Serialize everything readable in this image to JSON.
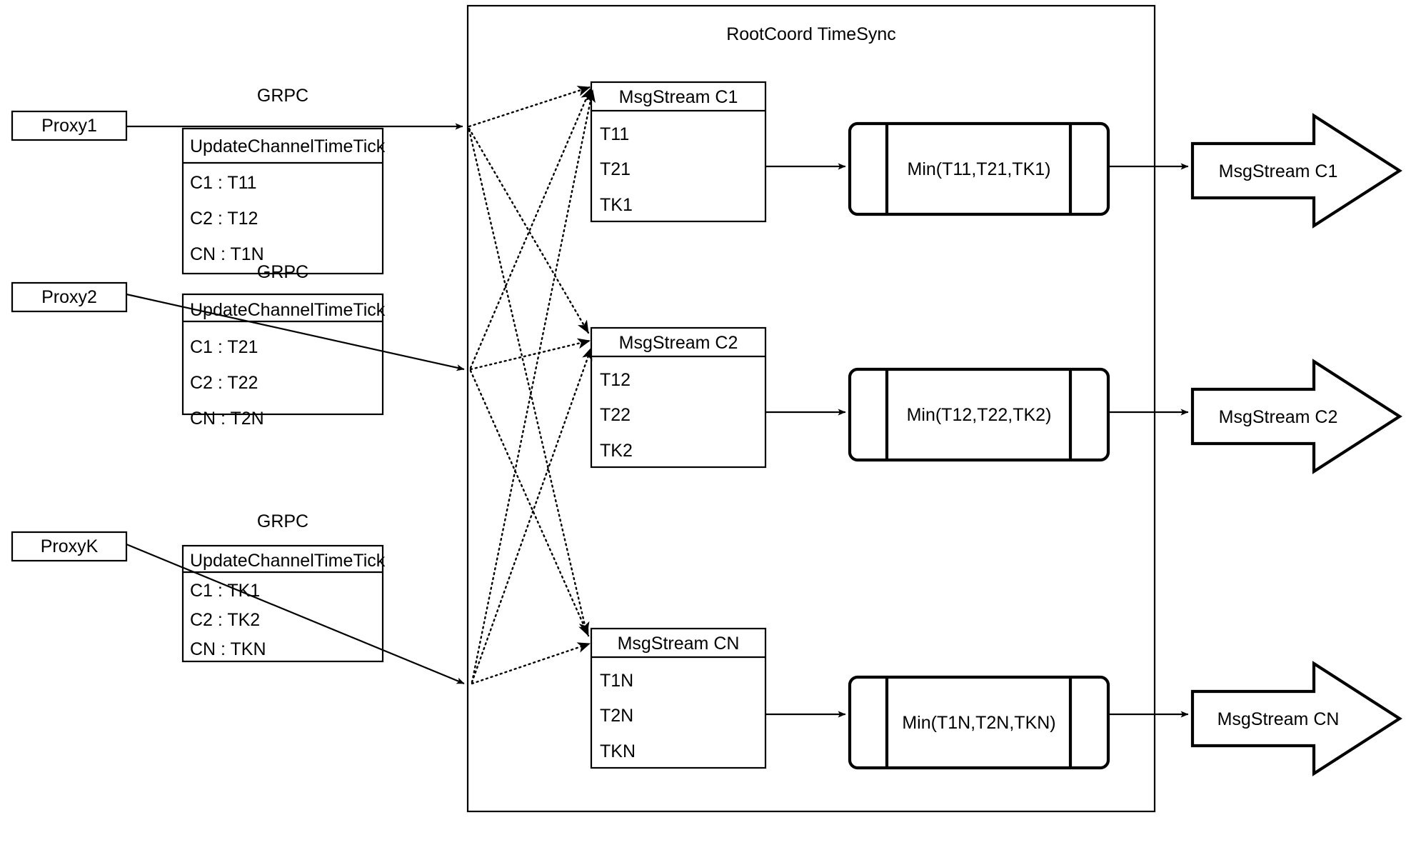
{
  "container": {
    "title": "RootCoord TimeSync"
  },
  "link_label": "GRPC",
  "proxies": [
    {
      "name": "Proxy1",
      "rpc_title": "UpdateChannelTimeTick",
      "entries": [
        "C1 :  T11",
        "C2 :  T12",
        "CN : T1N"
      ]
    },
    {
      "name": "Proxy2",
      "rpc_title": "UpdateChannelTimeTick",
      "entries": [
        "C1 :  T21",
        "C2 :  T22",
        "CN : T2N"
      ]
    },
    {
      "name": "ProxyK",
      "rpc_title": "UpdateChannelTimeTick",
      "entries": [
        "C1 :  TK1",
        "C2 :  TK2",
        "CN : TKN"
      ]
    }
  ],
  "streams": [
    {
      "title": "MsgStream C1",
      "ticks": [
        "T11",
        "T21",
        "TK1"
      ],
      "min_label": "Min(T11,T21,TK1)",
      "output_label": "MsgStream C1"
    },
    {
      "title": "MsgStream C2",
      "ticks": [
        "T12",
        "T22",
        "TK2"
      ],
      "min_label": "Min(T12,T22,TK2)",
      "output_label": "MsgStream C2"
    },
    {
      "title": "MsgStream CN",
      "ticks": [
        "T1N",
        "T2N",
        "TKN"
      ],
      "min_label": "Min(T1N,T2N,TKN)",
      "output_label": "MsgStream CN"
    }
  ],
  "colors": {
    "stroke": "#000000",
    "background": "#ffffff"
  }
}
